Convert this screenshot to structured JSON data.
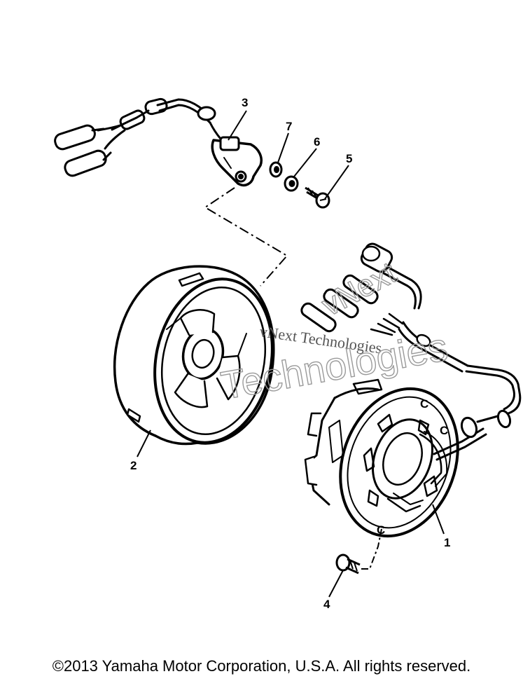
{
  "diagram": {
    "callouts": [
      "1",
      "2",
      "3",
      "4",
      "5",
      "6",
      "7"
    ],
    "stator_marks": [
      "C",
      "C",
      "C"
    ]
  },
  "watermark": {
    "line1": "vNext Technologies",
    "line2": "vNext",
    "line3": "Technologies"
  },
  "footer": {
    "copyright": "©2013 Yamaha Motor Corporation, U.S.A. All rights reserved."
  }
}
